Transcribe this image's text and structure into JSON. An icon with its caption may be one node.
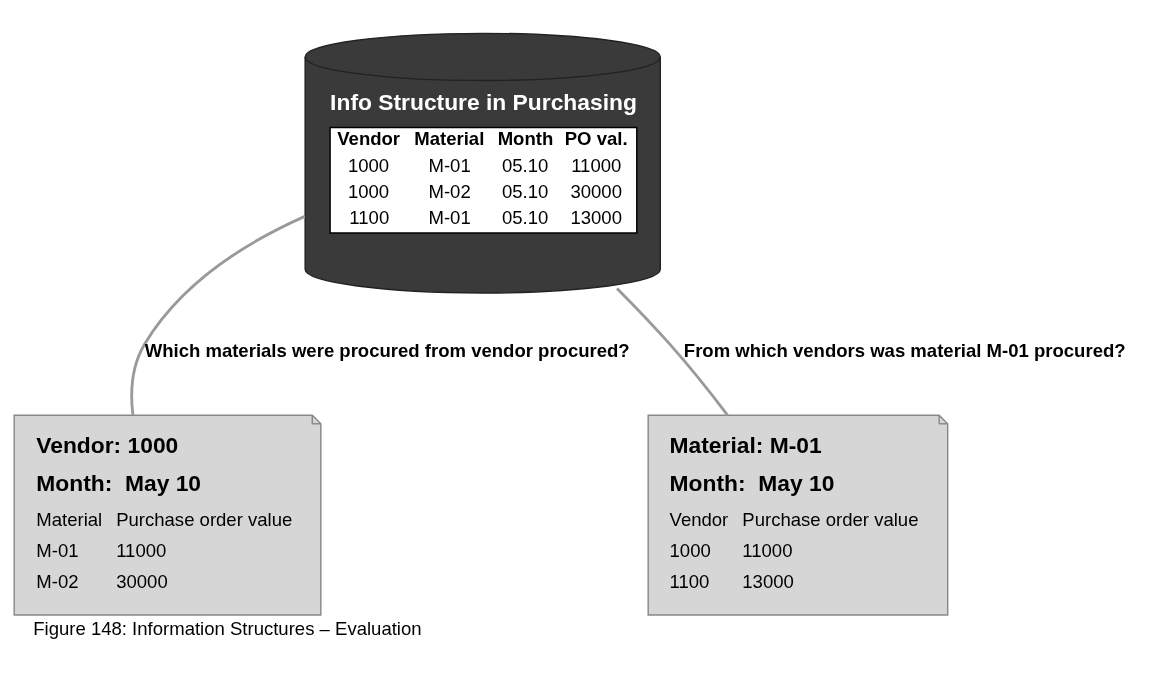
{
  "diagram": {
    "caption": "Figure 148: Information Structures – Evaluation",
    "nodes": [
      {
        "text": [
          "Info Structure in Purchasing",
          "Vendor",
          "Material",
          "Month",
          "PO val.",
          "1000",
          "M-01",
          "05.10",
          "11000",
          "1000",
          "M-02",
          "05.10",
          "30000",
          "1100",
          "M-01",
          "05.10",
          "13000"
        ]
      },
      {
        "text": [
          "Vendor: 1000",
          "Month:  May 10",
          "Material",
          "Purchase order value",
          "M-01",
          "11000",
          "M-02",
          "30000"
        ]
      },
      {
        "text": [
          "Material: M-01",
          "Month:  May 10",
          "Vendor",
          "Purchase order value",
          "1000",
          "11000",
          "1100",
          "13000"
        ]
      }
    ],
    "edges": [
      {
        "from": 0,
        "to": 1,
        "arrow": "none",
        "label": "Which materials were procured from vendor procured?"
      },
      {
        "from": 0,
        "to": 2,
        "arrow": "none",
        "label": "From which vendors was material M-01 procured?"
      }
    ]
  }
}
